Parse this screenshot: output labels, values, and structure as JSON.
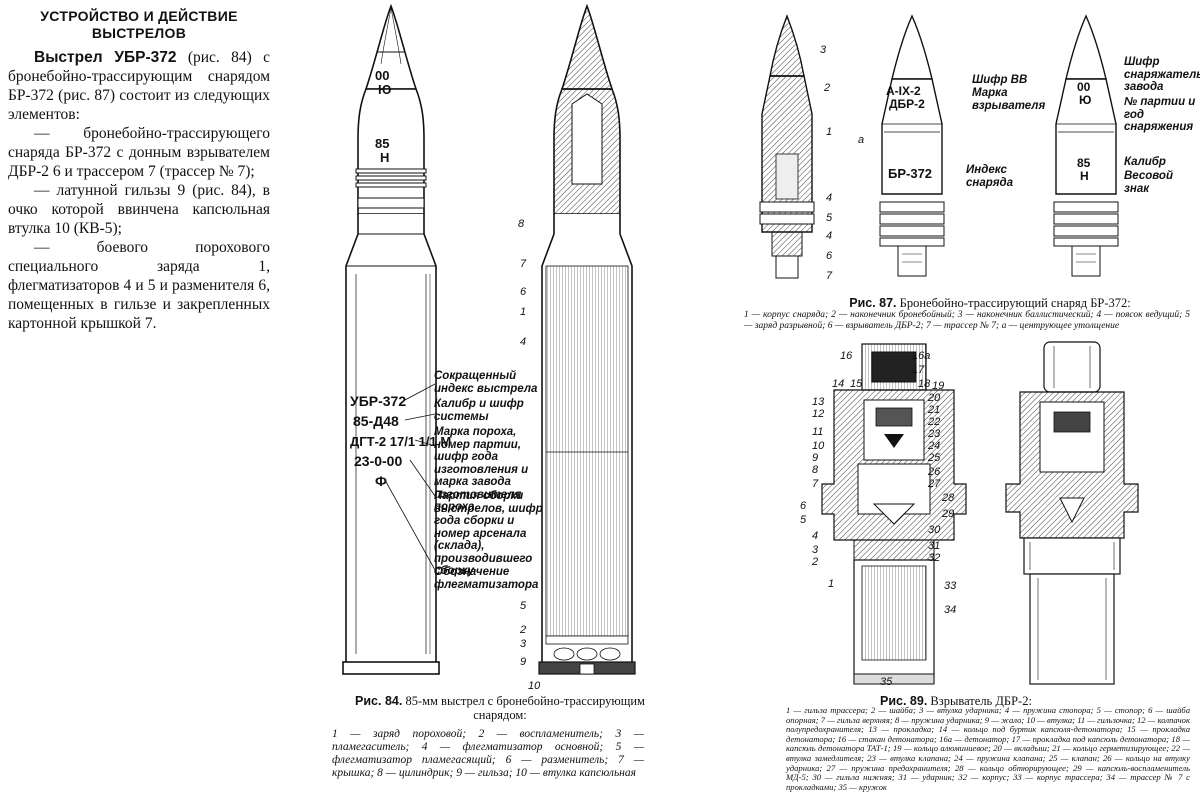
{
  "text": {
    "section_title": "УСТРОЙСТВО И ДЕЙСТВИЕ ВЫСТРЕЛОВ",
    "p1_bold": "Выстрел УБР-372",
    "p1_rest": " (рис. 84) с бронебойно-трассирующим снарядом БР-372 (рис. 87) состоит из следующих элементов:",
    "p2": "— бронебойно-трассирующего снаряда БР-372 с донным взрывателем ДБР-2 6 и трассером 7 (трассер № 7);",
    "p3": "— латунной гильзы 9 (рис. 84), в очко которой ввинчена капсюльная втулка 10 (КВ-5);",
    "p4": "— боевого порохового специального заряда 1, флегматизаторов 4 и 5 и разменителя 6, помещенных в гильзе и закрепленных картонной крышкой 7."
  },
  "fig84": {
    "caption_bold": "Рис. 84.",
    "caption_rest": " 85-мм выстрел с бронебойно-трассирующим снарядом:",
    "legend": "1 — заряд пороховой; 2 — воспламенитель; 3 — пламегаситель; 4 — флегматизатор основной; 5 — флегматизатор пламегасящий; 6 — разменитель; 7 — крышка; 8 — цилиндрик; 9 — гильза; 10 — втулка капсюльная",
    "proj_mark1": "00",
    "proj_mark2": "Ю",
    "proj_mark3": "85",
    "proj_mark4": "Н",
    "case_marks": [
      "УБР-372",
      "85-Д48",
      "ДГТ-2 17/1 1/1 М",
      "23-0-00",
      "Ф"
    ],
    "notes": [
      "Сокращенный индекс выстрела",
      "Калибр и шифр системы",
      "Марка пороха, номер партии, шифр года изготовления и марка завода изготовителя пороха",
      "Партия сборки выстрелов, шифр года сборки и номер арсенала (склада), производившего сборку",
      "Обозначение флегматизатора"
    ],
    "nums": [
      "8",
      "7",
      "6",
      "1",
      "4",
      "5",
      "2",
      "3",
      "9",
      "10"
    ]
  },
  "fig87": {
    "caption_bold": "Рис. 87.",
    "caption_rest": " Бронебойно-трассирующий снаряд БР-372:",
    "legend": "1 — корпус снаряда; 2 — наконечник бронебойный; 3 — наконечник баллистический; 4 — поясок ведущий; 5 — заряд разрывной; 6 — взрыватель ДБР-2; 7 — трассер № 7; а — центрующее утолщение",
    "nums": [
      "3",
      "2",
      "1",
      "4",
      "5",
      "4",
      "6",
      "7"
    ],
    "mid_marks": [
      "А-IX-2",
      "ДБР-2",
      "БР-372"
    ],
    "mid_notes": [
      "Шифр ВВ",
      "Марка взрывателя",
      "Индекс снаряда"
    ],
    "mid_a": "а",
    "right_marks": [
      "00",
      "Ю",
      "85",
      "Н"
    ],
    "right_notes": [
      "Шифр снаряжательного завода",
      "№ партии и год снаряжения",
      "Калибр",
      "Весовой знак"
    ]
  },
  "fig89": {
    "caption_bold": "Рис. 89.",
    "caption_rest": " Взрыватель ДБР-2:",
    "legend": "1 — гильза трассера; 2 — шайба; 3 — втулка ударника; 4 — пружина стопора; 5 — стопор; 6 — шайба опорная; 7 — гильза верхняя; 8 — пружина ударника; 9 — жало; 10 — втулка; 11 — гильзочка; 12 — колпачок полупредохранителя; 13 — прокладка; 14 — кольцо под буртик капсюля-детонатора; 15 — прокладка детонатора; 16 — стакан детонатора; 16а — детонатор; 17 — прокладка под капсюль детонатора; 18 — капсюль детонатора ТАТ-1; 19 — кольцо алюминиевое; 20 — вкладыш; 21 — кольцо герметизирующее; 22 — втулка замедлителя; 23 — втулка клапана; 24 — пружина клапана; 25 — клапан; 26 — кольцо на втулку ударника; 27 — пружина предохранителя; 28 — кольцо обтюрирующее; 29 — капсюль-воспламенитель МД-5; 30 — гильза нижняя; 31 — ударник; 32 — корпус; 33 — корпус трассера; 34 — трассер № 7 с прокладками; 35 — кружок",
    "left_nums": [
      "16",
      "14",
      "15",
      "13",
      "12",
      "11",
      "10",
      "9",
      "8",
      "7",
      "6",
      "5",
      "4",
      "3",
      "2",
      "1"
    ],
    "right_nums": [
      "16а",
      "17",
      "18",
      "19",
      "20",
      "21",
      "22",
      "23",
      "24",
      "25",
      "26",
      "27",
      "28",
      "29",
      "30",
      "31",
      "32",
      "33",
      "34",
      "35"
    ]
  }
}
